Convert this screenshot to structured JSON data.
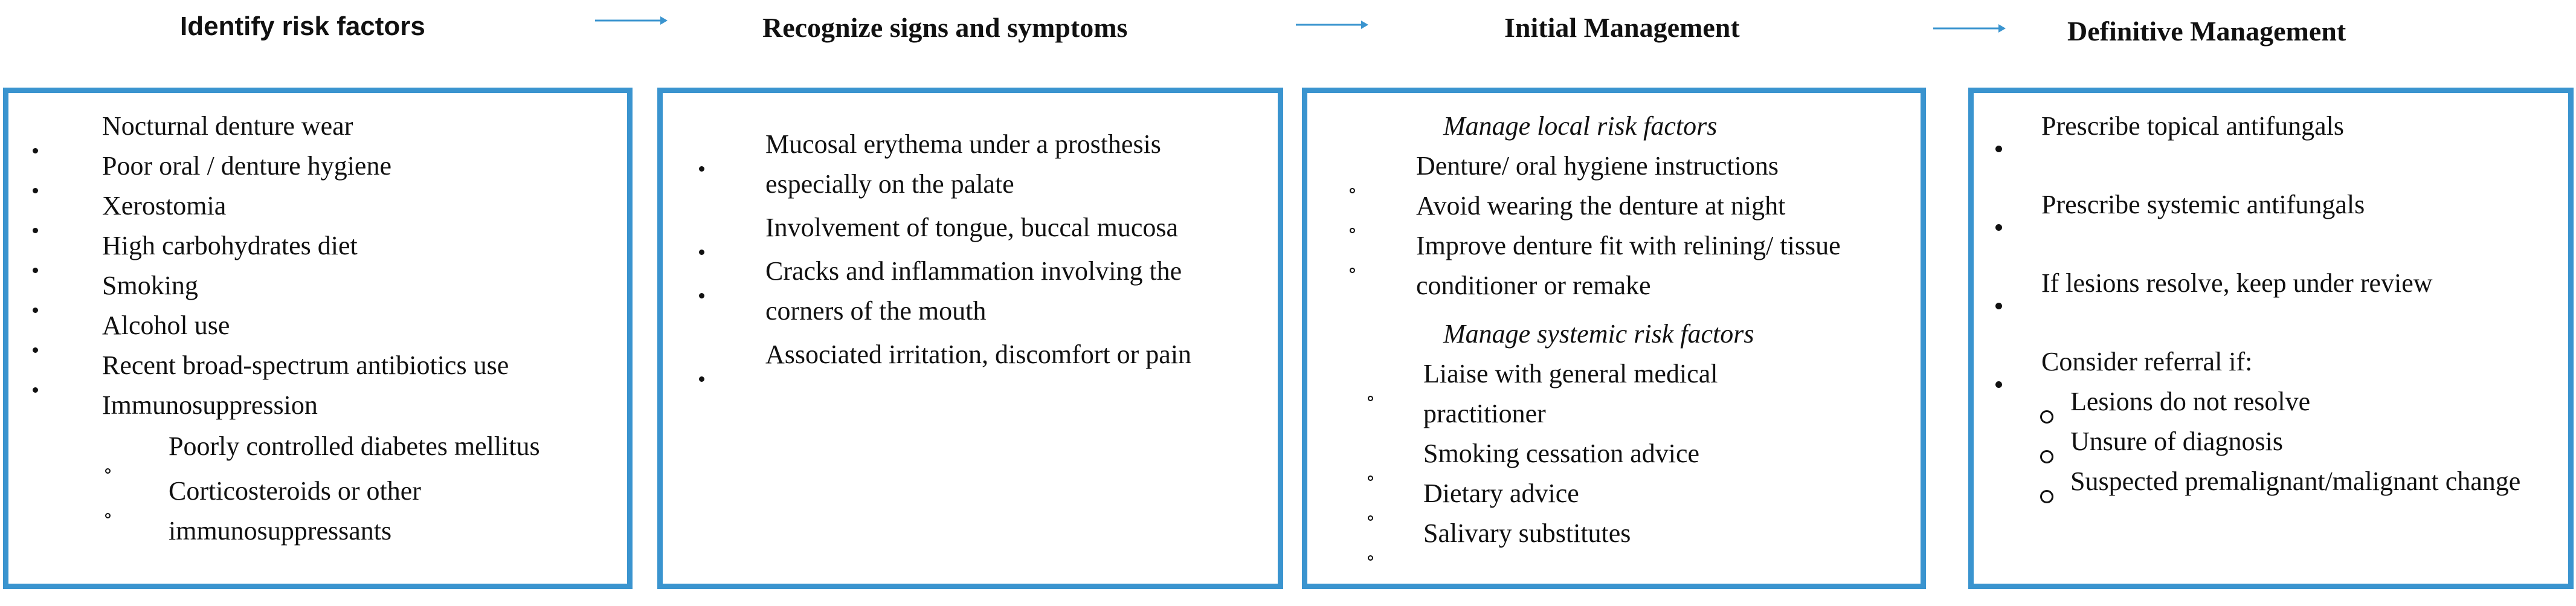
{
  "columns": [
    {
      "header": "Identify risk factors",
      "items": [
        {
          "text": "Nocturnal denture wear",
          "level": 1
        },
        {
          "text": "Poor oral / denture hygiene",
          "level": 1
        },
        {
          "text": "Xerostomia",
          "level": 1
        },
        {
          "text": "High carbohydrates diet",
          "level": 1
        },
        {
          "text": "Smoking",
          "level": 1
        },
        {
          "text": "Alcohol use",
          "level": 1
        },
        {
          "text": "Recent broad-spectrum antibiotics use",
          "level": 1
        },
        {
          "text": "Immunosuppression",
          "level": 0
        },
        {
          "text": "Poorly controlled diabetes mellitus",
          "level": 2
        },
        {
          "text": "Corticosteroids or other immunosuppressants",
          "level": 2
        }
      ]
    },
    {
      "header": "Recognize signs and symptoms",
      "items": [
        {
          "text": "Mucosal erythema under a prosthesis especially on the palate",
          "level": 1
        },
        {
          "text": "Involvement of tongue, buccal mucosa",
          "level": 1
        },
        {
          "text": "Cracks and inflammation involving the corners of the mouth",
          "level": 1
        },
        {
          "text": "Associated irritation, discomfort or pain",
          "level": 1
        }
      ]
    },
    {
      "header": "Initial Management",
      "sections": [
        {
          "title": "Manage local risk factors",
          "items": [
            "Denture/ oral hygiene  instructions",
            "Avoid wearing the denture at night",
            "Improve denture fit with relining/ tissue conditioner or remake"
          ]
        },
        {
          "title": "Manage systemic risk factors",
          "items": [
            "Liaise with general medical practitioner",
            "Smoking  cessation advice",
            "Dietary advice",
            "Salivary substitutes"
          ]
        }
      ]
    },
    {
      "header": "Definitive Management",
      "items": [
        {
          "text": "Prescribe topical antifungals",
          "level": 1
        },
        {
          "text": "Prescribe systemic antifungals",
          "level": 1
        },
        {
          "text": "If lesions resolve, keep under review",
          "level": 1
        },
        {
          "text": "Consider referral if:",
          "level": 1
        },
        {
          "text": "Lesions do not resolve",
          "level": 3
        },
        {
          "text": "Unsure of diagnosis",
          "level": 3
        },
        {
          "text": "Suspected premalignant/malignant change",
          "level": 3
        }
      ]
    }
  ],
  "colors": {
    "box_border": "#3a94cf",
    "arrow": "#3a94cf",
    "text": "#111111"
  }
}
